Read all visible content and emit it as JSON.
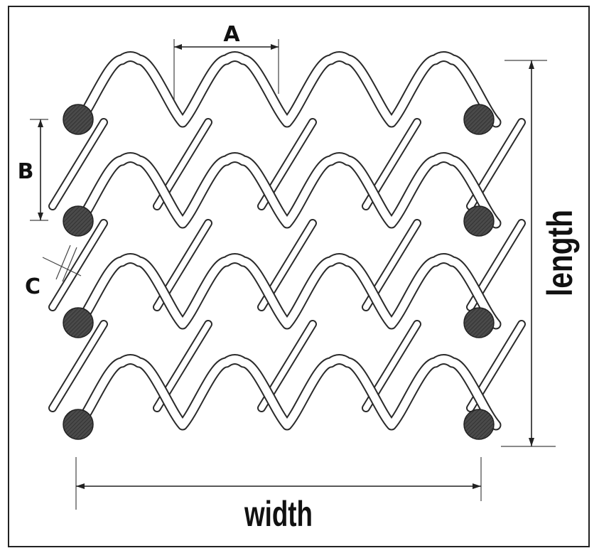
{
  "diagram": {
    "labels": {
      "a": "A",
      "b": "B",
      "c": "C",
      "width": "width",
      "length": "length"
    },
    "mesh": {
      "columns": 4,
      "rows": 4,
      "edge_rods_per_side": 4
    },
    "colors": {
      "frame": "#222222",
      "wire_outline": "#2a2a2a",
      "wire_fill": "#ffffff",
      "rod_fill": "#4a4a4a",
      "text": "#111111"
    }
  }
}
